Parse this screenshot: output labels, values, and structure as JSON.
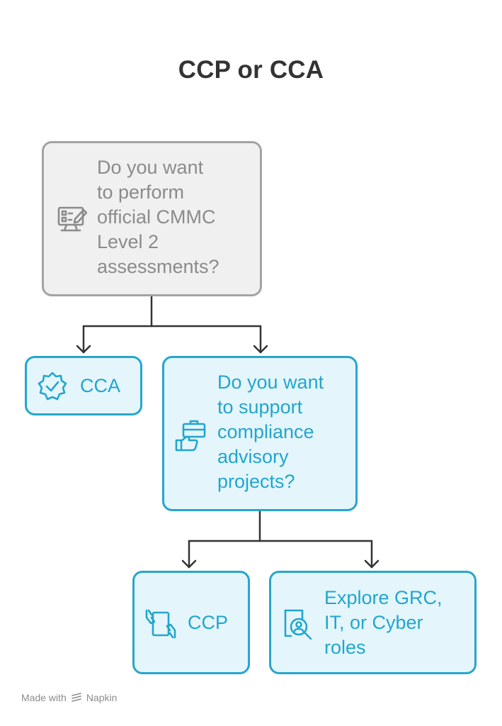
{
  "title": "CCP or CCA",
  "colors": {
    "accent_blue": "#27a6cc",
    "accent_fill": "#e4f6fc",
    "gray_border": "#a3a3a3",
    "gray_fill": "#f0f0f0",
    "gray_text": "#8b8b8b",
    "connector": "#333333",
    "title": "#333333"
  },
  "nodes": {
    "q1": {
      "text": "Do you want\nto perform\nofficial CMMC\nLevel 2\nassessments?",
      "icon": "computer-checklist-icon"
    },
    "cca": {
      "text": "CCA",
      "icon": "verified-badge-icon"
    },
    "q2": {
      "text": "Do you want\nto support\ncompliance\nadvisory\nprojects?",
      "icon": "briefcase-thumbs-up-icon"
    },
    "ccp": {
      "text": "CCP",
      "icon": "document-hands-icon"
    },
    "explore": {
      "text": "Explore GRC,\nIT, or Cyber\nroles",
      "icon": "profile-search-icon"
    }
  },
  "footer": {
    "made_with": "Made with",
    "brand": "Napkin",
    "brand_icon": "napkin-logo-icon"
  }
}
